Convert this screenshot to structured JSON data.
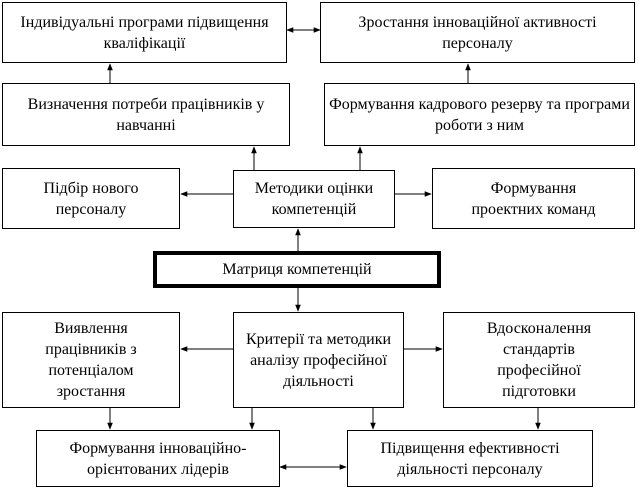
{
  "diagram": {
    "boxes": {
      "individual_programs": "Індивідуальні програми підвищення кваліфікації",
      "innovation_activity": "Зростання інноваційної активності персоналу",
      "training_needs": "Визначення потреби працівників у навчанні",
      "talent_reserve": "Формування кадрового резерву та програми роботи з ним",
      "new_staff_selection": "Підбір нового персоналу",
      "assessment_methods": "Методики оцінки компетенцій",
      "project_teams": "Формування проектних команд",
      "competency_matrix": "Матриця компетенцій",
      "growth_potential": "Виявлення працівників з потенціалом зростання",
      "criteria_methods": "Критерії та методики аналізу професійної діяльності",
      "standards_improvement": "Вдосконалення стандартів професійної підготовки",
      "innovative_leaders": "Формування інноваційно-орієнтованих лідерів",
      "efficiency_increase": "Підвищення ефективності діяльності персоналу"
    }
  }
}
